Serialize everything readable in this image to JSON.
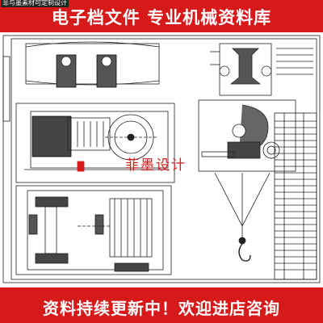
{
  "top_banner": {
    "title": "电子档文件 专业机械资料库",
    "caption": "菲与墨素材可定制设计",
    "color": "#d61a1a"
  },
  "drawing": {
    "watermark": "菲墨设计",
    "watermark_color": "#d61a1a",
    "line_color": "#222222"
  },
  "bottom_banner": {
    "text": "资料持续更新中！欢迎进店咨询",
    "color": "#d61a1a"
  }
}
